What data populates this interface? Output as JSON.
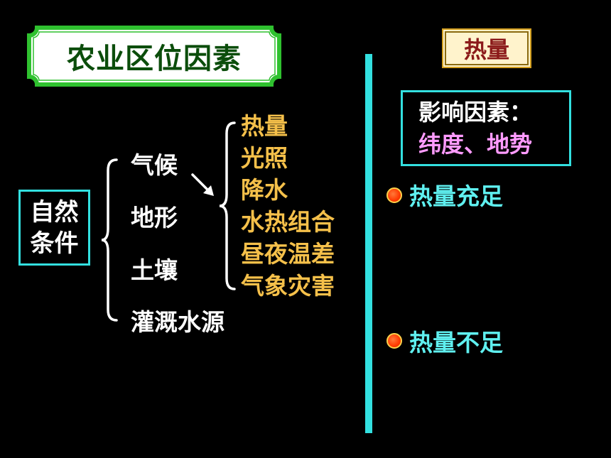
{
  "title": "农业区位因素",
  "natural_conditions": "自然条件",
  "natural_conditions_lines": [
    "自然",
    "条件"
  ],
  "categories": [
    "气候",
    "地形",
    "土壤",
    "灌溉水源"
  ],
  "climate_factors": [
    "热量",
    "光照",
    "降水",
    "水热组合",
    "昼夜温差",
    "气象灾害"
  ],
  "heat_tag": "热量",
  "influence": {
    "label": "影响因素：",
    "value": "纬度、地势"
  },
  "outcomes": [
    "热量充足",
    "热量不足"
  ],
  "colors": {
    "background": "#000000",
    "title_banner_fill": "#ffffff",
    "title_banner_border": "#2fc12f",
    "cyan": "#33e0e0",
    "gold_text": "#f5c04a",
    "pink_text": "#ff9bff",
    "heat_tag_text": "#8b1a1a"
  }
}
